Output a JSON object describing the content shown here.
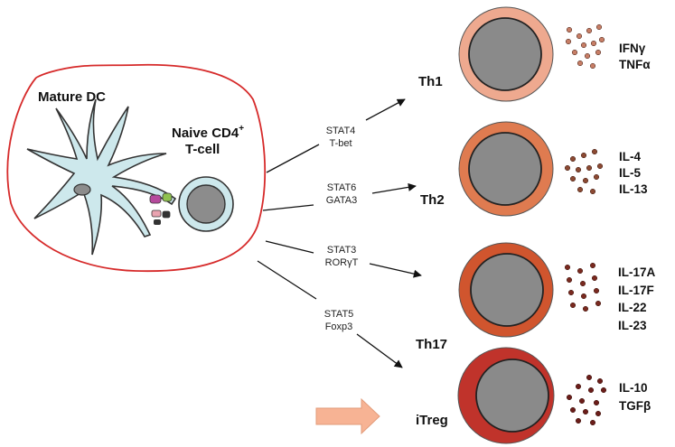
{
  "colors": {
    "red_circle": "#d62a2a",
    "dc_fill": "#cde8ec",
    "dc_stroke": "#333333",
    "nucleus": "#8c8c8c",
    "th1_ring": "#eea98f",
    "th2_ring": "#df7b50",
    "th17_ring": "#d0552e",
    "treg_ring": "#c0332b",
    "arrow": "#f7b394"
  },
  "labels": {
    "mature_dc": "Mature DC",
    "naive_cell_line1": "Naive CD4",
    "naive_cell_sup": "+",
    "naive_cell_line2": "T-cell"
  },
  "pathways": [
    {
      "tf1": "STAT4",
      "tf2": "T-bet",
      "subset": "Th1",
      "cytokines": [
        "IFNγ",
        "TNFα"
      ]
    },
    {
      "tf1": "STAT6",
      "tf2": "GATA3",
      "subset": "Th2",
      "cytokines": [
        "IL-4",
        "IL-5",
        "IL-13"
      ]
    },
    {
      "tf1": "STAT3",
      "tf2": "RORγT",
      "subset": "Th17",
      "cytokines": [
        "IL-17A",
        "IL-17F",
        "IL-22",
        "IL-23"
      ]
    },
    {
      "tf1": "STAT5",
      "tf2": "Foxp3",
      "subset": "iTreg",
      "cytokines": [
        "IL-10",
        "TGFβ"
      ]
    }
  ]
}
